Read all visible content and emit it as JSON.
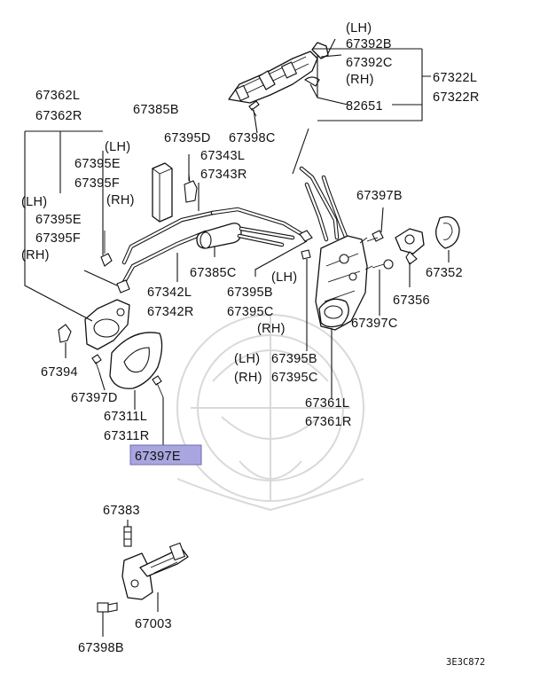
{
  "labels": {
    "lh_a": "(LH)",
    "p67392B": "67392B",
    "p67392C": "67392C",
    "rh_a": "(RH)",
    "p82651": "82651",
    "p67322L": "67322L",
    "p67322R": "67322R",
    "p67362L": "67362L",
    "p67362R": "67362R",
    "p67385B": "67385B",
    "p67395D": "67395D",
    "p67398C": "67398C",
    "lh_b": "(LH)",
    "p67395E_a": "67395E",
    "p67395F_a": "67395F",
    "rh_b": "(RH)",
    "p67343L": "67343L",
    "p67343R": "67343R",
    "lh_c": "(LH)",
    "p67395E_b": "67395E",
    "p67395F_b": "67395F",
    "rh_c": "(RH)",
    "p67397B": "67397B",
    "p67352": "67352",
    "p67385C": "67385C",
    "lh_d": "(LH)",
    "p67395B_a": "67395B",
    "p67395C_a": "67395C",
    "rh_d": "(RH)",
    "p67342L": "67342L",
    "p67342R": "67342R",
    "p67356": "67356",
    "p67397C": "67397C",
    "p67394": "67394",
    "lh_e": "(LH)",
    "p67395B_b": "67395B",
    "rh_e": "(RH)",
    "p67395C_b": "67395C",
    "p67397D": "67397D",
    "p67311L": "67311L",
    "p67311R": "67311R",
    "p67361L": "67361L",
    "p67361R": "67361R",
    "p67397E": "67397E",
    "p67383": "67383",
    "p67003": "67003",
    "p67398B": "67398B"
  },
  "diagram_code": "3E3C872",
  "highlight_color": "#a9a6df"
}
